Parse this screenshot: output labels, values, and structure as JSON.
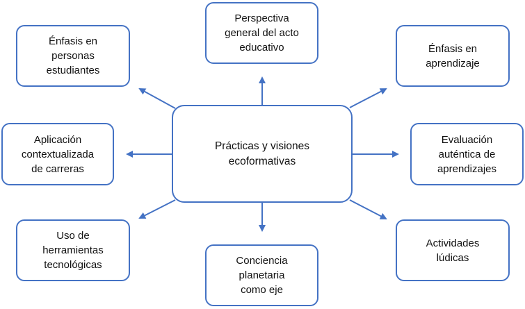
{
  "diagram": {
    "title": "Prácticas y visiones ecoformativas",
    "colors": {
      "stroke": "#4472c4",
      "text": "#111111",
      "background": "#ffffff"
    },
    "center": {
      "id": "center",
      "lines": [
        "Prácticas y visiones",
        "ecoformativas"
      ]
    },
    "nodes": [
      {
        "id": "top",
        "position": "top",
        "lines": [
          "Perspectiva",
          "general del acto",
          "educativo"
        ]
      },
      {
        "id": "tl",
        "position": "top-left",
        "lines": [
          "Énfasis en",
          "personas",
          "estudiantes"
        ]
      },
      {
        "id": "tr",
        "position": "top-right",
        "lines": [
          "Énfasis en",
          "aprendizaje"
        ]
      },
      {
        "id": "ml",
        "position": "left",
        "lines": [
          "Aplicación",
          "contextualizada",
          "de carreras"
        ]
      },
      {
        "id": "mr",
        "position": "right",
        "lines": [
          "Evaluación",
          "auténtica de",
          "aprendizajes"
        ]
      },
      {
        "id": "bl",
        "position": "bottom-left",
        "lines": [
          "Uso de",
          "herramientas",
          "tecnológicas"
        ]
      },
      {
        "id": "bc",
        "position": "bottom",
        "lines": [
          "Conciencia",
          "planetaria",
          "como eje"
        ]
      },
      {
        "id": "br",
        "position": "bottom-right",
        "lines": [
          "Actividades",
          "lúdicas"
        ]
      }
    ],
    "edges": [
      {
        "from": "center",
        "to": "top",
        "direction": "outward"
      },
      {
        "from": "center",
        "to": "tl",
        "direction": "outward"
      },
      {
        "from": "center",
        "to": "tr",
        "direction": "outward"
      },
      {
        "from": "center",
        "to": "ml",
        "direction": "outward"
      },
      {
        "from": "center",
        "to": "mr",
        "direction": "outward"
      },
      {
        "from": "center",
        "to": "bl",
        "direction": "outward"
      },
      {
        "from": "center",
        "to": "bc",
        "direction": "outward"
      },
      {
        "from": "center",
        "to": "br",
        "direction": "outward"
      }
    ]
  }
}
